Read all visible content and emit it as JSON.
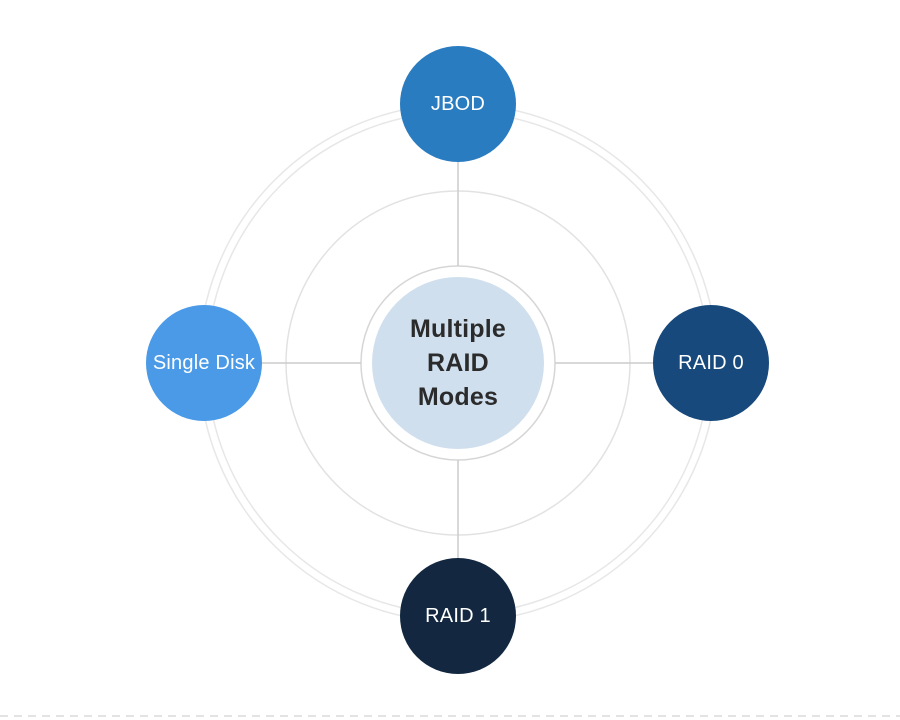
{
  "diagram": {
    "title_semantic": "Multiple RAID Modes radial diagram",
    "center": {
      "label_lines": [
        "Multiple",
        "RAID",
        "Modes"
      ],
      "bg_color": "#cfdfee",
      "text_color": "#2b2b2b"
    },
    "nodes": [
      {
        "id": "jbod",
        "label": "JBOD",
        "color": "#2a7cc0",
        "position": "top"
      },
      {
        "id": "raid-0",
        "label": "RAID 0",
        "color": "#17497c",
        "position": "right"
      },
      {
        "id": "raid-1",
        "label": "RAID 1",
        "color": "#132840",
        "position": "bottom"
      },
      {
        "id": "single-disk",
        "label": "Single Disk",
        "color": "#4a9ae8",
        "position": "left"
      }
    ],
    "outer_ring_color": "#e7e7e7",
    "inner_ring_color": "#e2e2e2",
    "halo_ring_color": "#d6d6d6",
    "spoke_color": "#cccccc",
    "divider_color": "#e3e3e3"
  }
}
